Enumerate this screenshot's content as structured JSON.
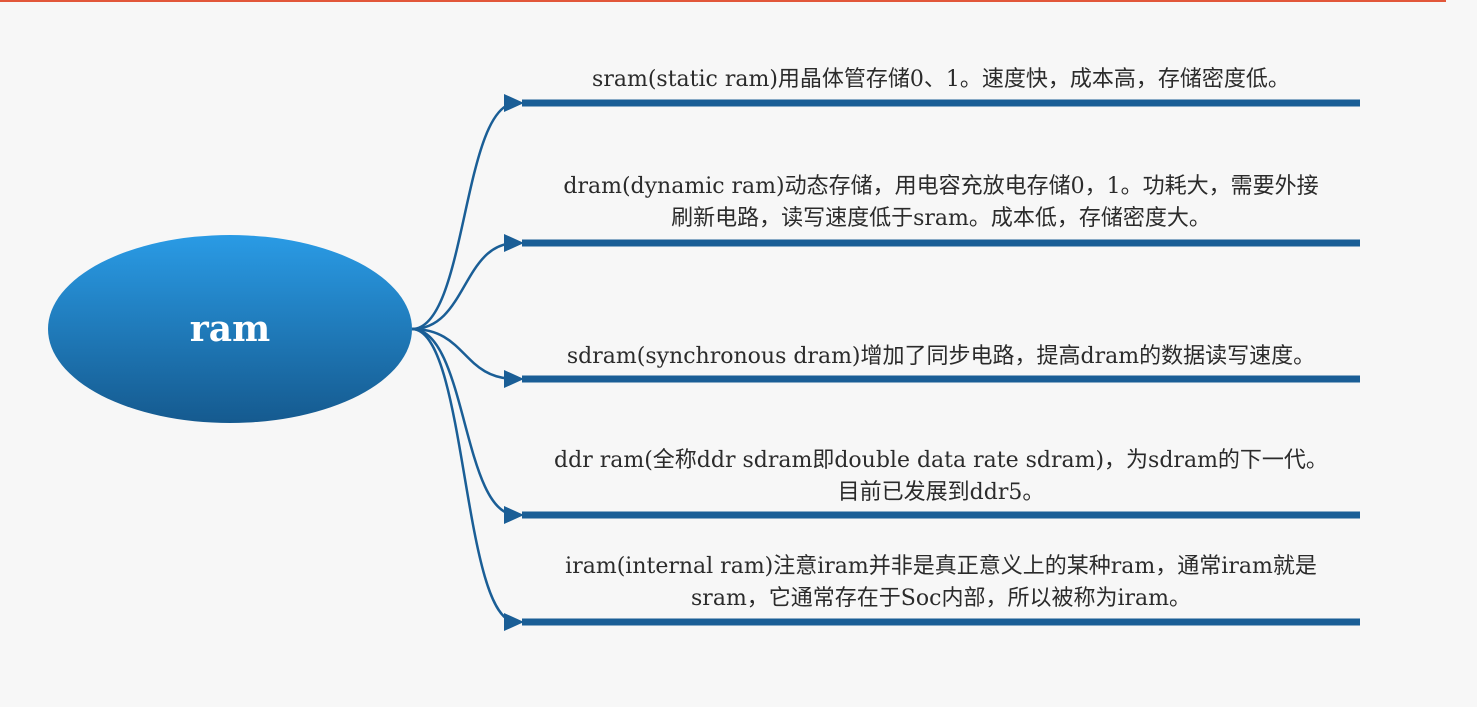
{
  "diagram": {
    "root": {
      "label": "ram"
    },
    "branches": [
      {
        "lines": [
          "sram(static ram)用晶体管存储0、1。速度快，成本高，存储密度低。"
        ]
      },
      {
        "lines": [
          "dram(dynamic ram)动态存储，用电容充放电存储0，1。功耗大，需要外接",
          "刷新电路，读写速度低于sram。成本低，存储密度大。"
        ]
      },
      {
        "lines": [
          "sdram(synchronous dram)增加了同步电路，提高dram的数据读写速度。"
        ]
      },
      {
        "lines": [
          "ddr ram(全称ddr sdram即double data rate sdram)，为sdram的下一代。",
          "目前已发展到ddr5。"
        ]
      },
      {
        "lines": [
          "iram(internal ram)注意iram并非是真正意义上的某种ram，通常iram就是",
          "sram，它通常存在于Soc内部，所以被称为iram。"
        ]
      }
    ],
    "colors": {
      "accent_line": "#e2573a",
      "branch": "#1a5e96",
      "node_top": "#2a9be5",
      "node_bottom": "#155a8f"
    }
  }
}
